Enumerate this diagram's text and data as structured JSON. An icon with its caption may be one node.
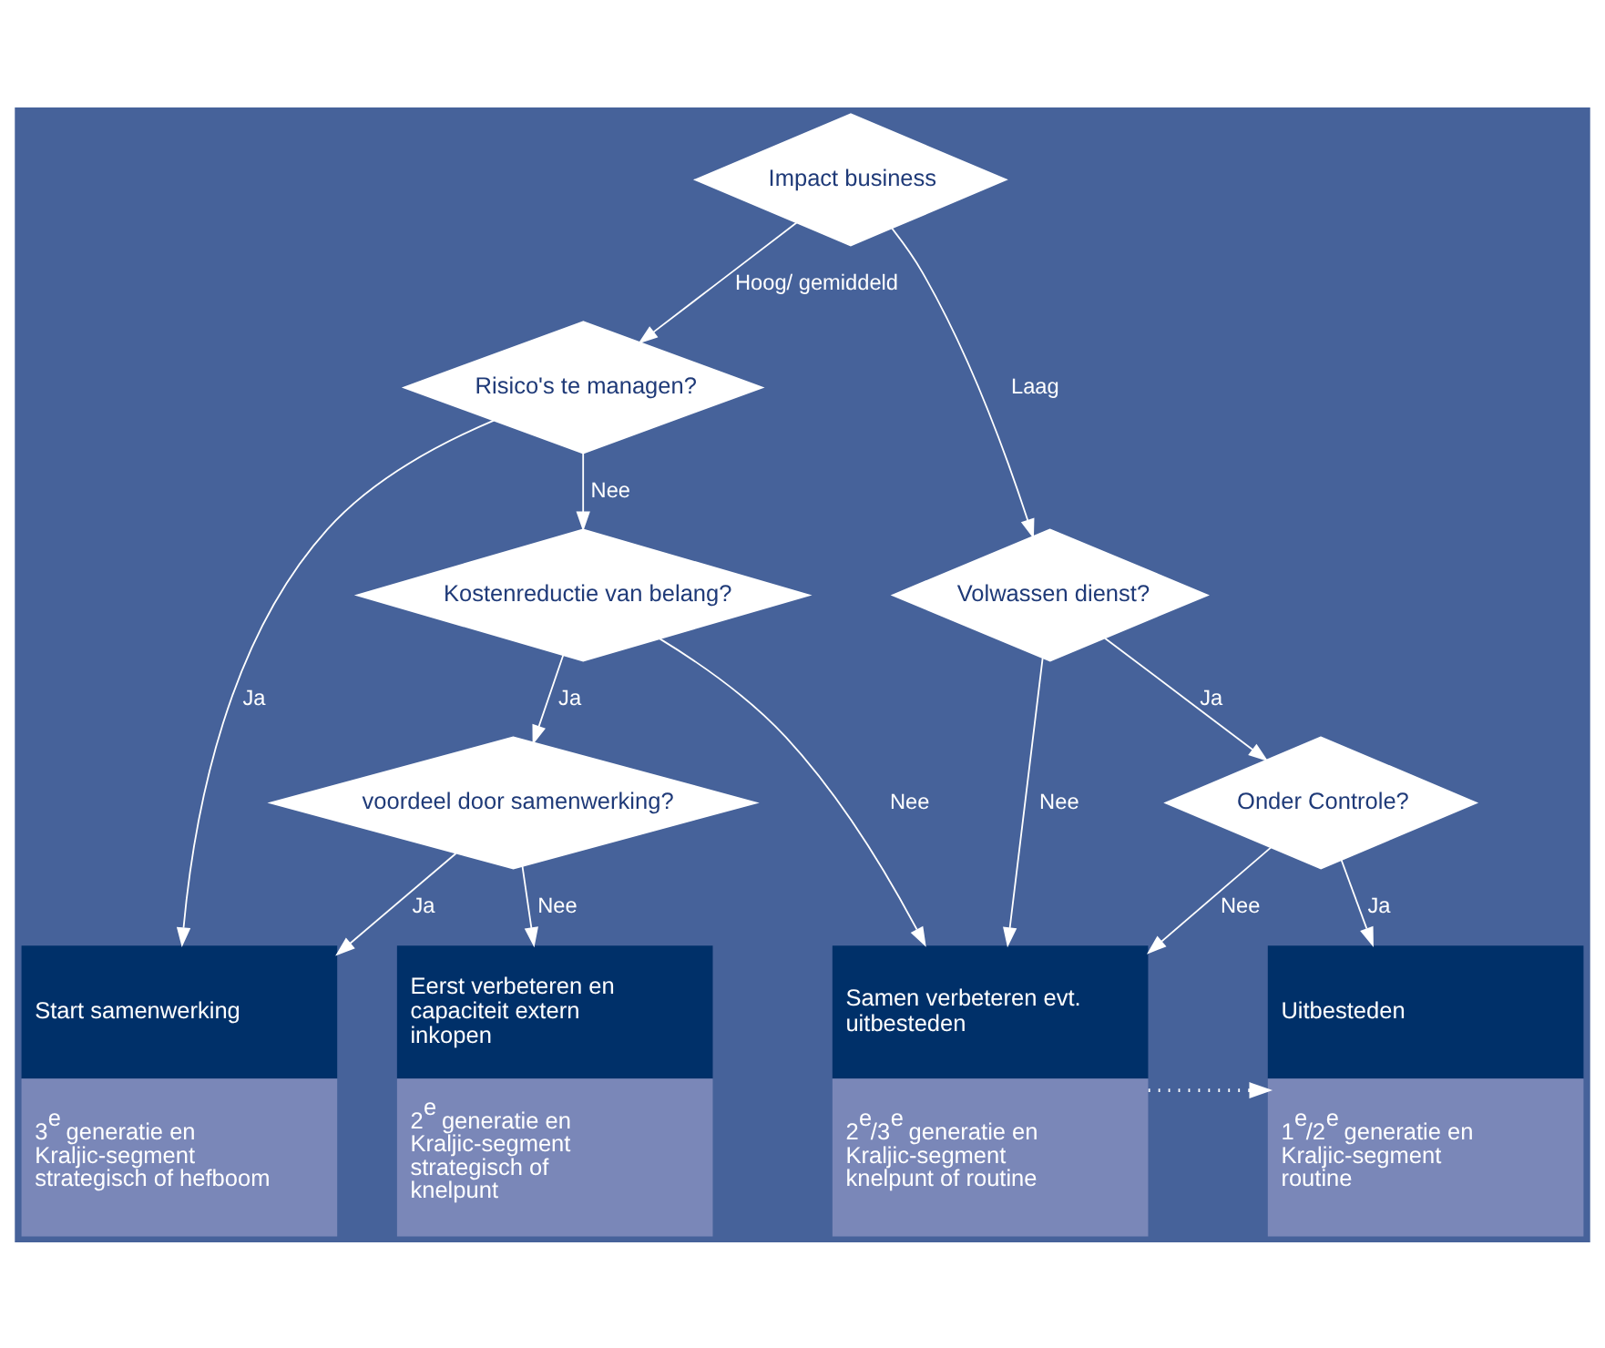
{
  "diagram": {
    "nodes": [
      {
        "text": [
          "Impact business"
        ]
      },
      {
        "text": [
          "Risico's te managen?"
        ]
      },
      {
        "text": [
          "Volwassen dienst?"
        ]
      },
      {
        "text": [
          "Kostenreductie van belang?"
        ]
      },
      {
        "text": [
          "voordeel door samenwerking?"
        ]
      },
      {
        "text": [
          "Onder Controle?"
        ]
      },
      {
        "text": [
          "Start samenwerking",
          "3$^{e}$ generatie en Kraljic-segment strategisch of hefboom"
        ]
      },
      {
        "text": [
          "Eerst verbeteren en capaciteit extern inkopen",
          "2$^{e}$ generatie en Kraljic-segment strategisch of knelpunt"
        ]
      },
      {
        "text": [
          "Samen verbeteren evt. uitbesteden",
          "2$^{e}$/3$^{e}$ generatie en Kraljic-segment knelpunt of routine"
        ]
      },
      {
        "text": [
          "Uitbesteden",
          "1$^{e}$/2$^{e}$ generatie en Kraljic-segment routine"
        ]
      }
    ],
    "edges": [
      {
        "from": 0,
        "to": 1,
        "arrow": "to",
        "label": "Hoog/ gemiddeld"
      },
      {
        "from": 0,
        "to": 2,
        "arrow": "to",
        "label": "Laag"
      },
      {
        "from": 1,
        "to": 6,
        "arrow": "to",
        "label": "Ja"
      },
      {
        "from": 1,
        "to": 3,
        "arrow": "to",
        "label": "Nee"
      },
      {
        "from": 2,
        "to": 8,
        "arrow": "to",
        "label": "Nee"
      },
      {
        "from": 2,
        "to": 5,
        "arrow": "to",
        "label": "Ja"
      },
      {
        "from": 3,
        "to": 8,
        "arrow": "to",
        "label": "Nee"
      },
      {
        "from": 3,
        "to": 4,
        "arrow": "to",
        "label": "Ja"
      },
      {
        "from": 4,
        "to": 6,
        "arrow": "to",
        "label": "Ja"
      },
      {
        "from": 4,
        "to": 7,
        "arrow": "to",
        "label": "Nee"
      },
      {
        "from": 5,
        "to": 8,
        "arrow": "to",
        "label": "Nee"
      },
      {
        "from": 5,
        "to": 9,
        "arrow": "to",
        "label": "Ja"
      },
      {
        "from": 8,
        "to": 9,
        "arrow": "to",
        "style": "dashed"
      }
    ]
  }
}
